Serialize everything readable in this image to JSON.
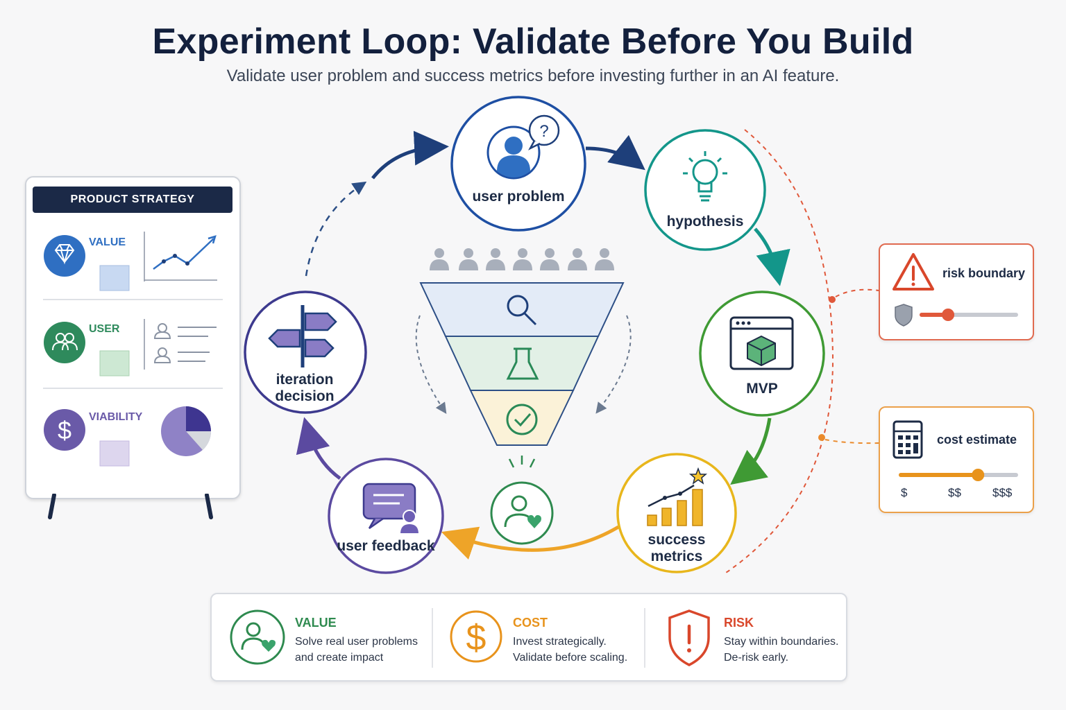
{
  "header": {
    "title": "Experiment Loop: Validate Before You Build",
    "subtitle": "Validate user problem and success metrics before investing further in an AI feature."
  },
  "loop": {
    "nodes": [
      {
        "id": "user-problem",
        "label": "user problem",
        "color": "#1e4fa3"
      },
      {
        "id": "hypothesis",
        "label": "hypothesis",
        "color": "#13968a"
      },
      {
        "id": "mvp",
        "label": "MVP",
        "color": "#3f9a34"
      },
      {
        "id": "success-metrics",
        "label": "success metrics",
        "color": "#e8b61c"
      },
      {
        "id": "user-feedback",
        "label": "user feedback",
        "color": "#5b4aa0"
      },
      {
        "id": "iteration-decision",
        "label": "iteration decision",
        "color": "#3d3a8e"
      }
    ]
  },
  "strategy_board": {
    "header": "PRODUCT STRATEGY",
    "sections": [
      {
        "label": "VALUE",
        "color": "#2f6fc2",
        "icon": "diamond-icon"
      },
      {
        "label": "USER",
        "color": "#2e8a5c",
        "icon": "users-icon"
      },
      {
        "label": "VIABILITY",
        "color": "#6a5aa8",
        "icon": "dollar-icon"
      }
    ]
  },
  "risk_boundary": {
    "label": "risk boundary",
    "level": 0.28,
    "color": "#d9472b"
  },
  "cost_estimate": {
    "label": "cost estimate",
    "ticks": [
      "$",
      "$$",
      "$$$"
    ],
    "level": 0.67,
    "color": "#e8931c"
  },
  "summary": [
    {
      "heading": "VALUE",
      "color": "#2e8a4f",
      "lines": [
        "Solve real user problems",
        "and create impact"
      ],
      "icon": "user-heart-icon"
    },
    {
      "heading": "COST",
      "color": "#e8931c",
      "lines": [
        "Invest strategically.",
        "Validate before scaling."
      ],
      "icon": "dollar-icon"
    },
    {
      "heading": "RISK",
      "color": "#d9472b",
      "lines": [
        "Stay within boundaries.",
        "De-risk early."
      ],
      "icon": "shield-alert-icon"
    }
  ]
}
